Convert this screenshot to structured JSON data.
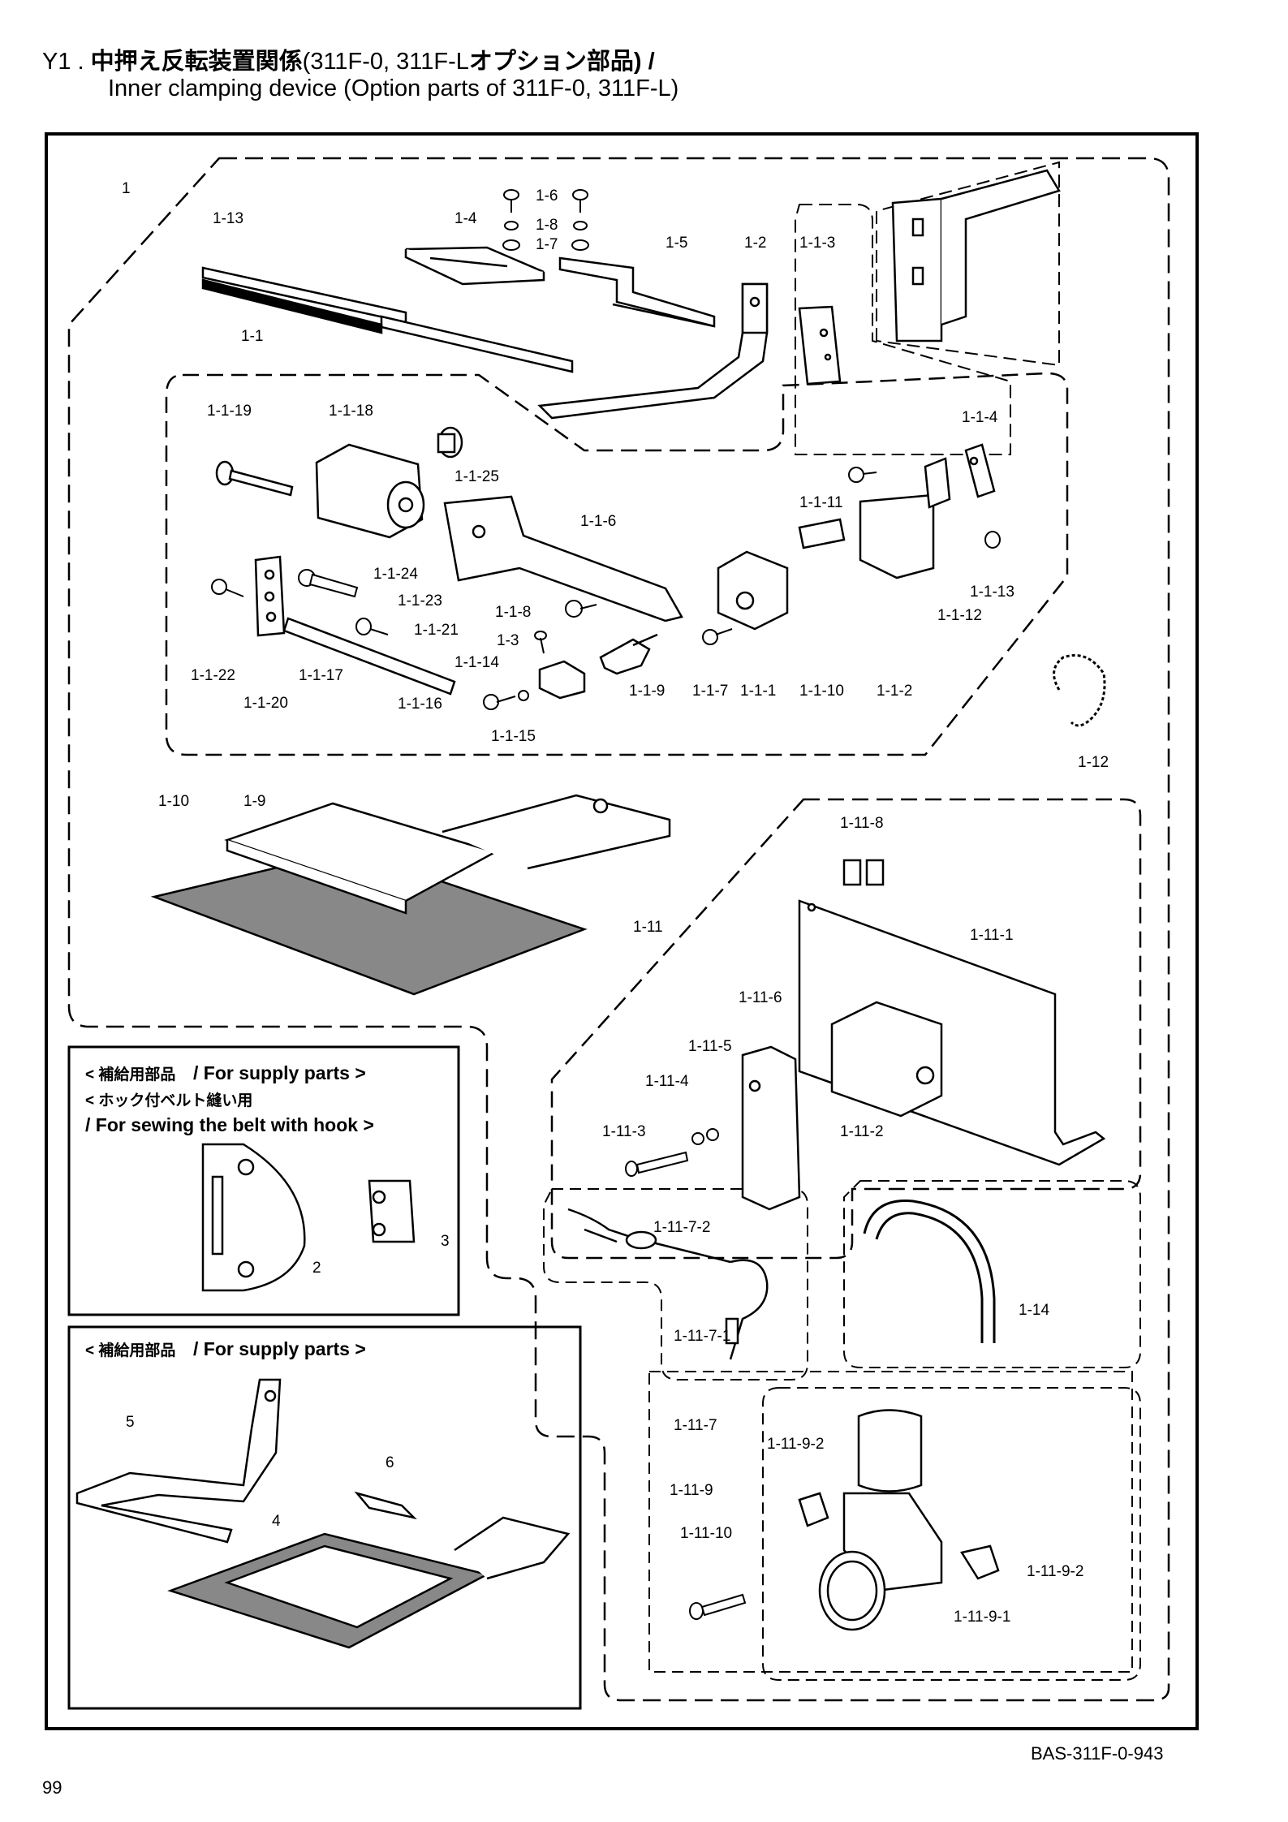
{
  "header": {
    "section": "Y1 .",
    "title_jp": "中押え反転装置関係",
    "title_model": "(311F-0, 311F-L",
    "title_jp_suffix": "オプション部品) /",
    "title_en": "Inner clamping device (Option parts of 311F-0, 311F-L)"
  },
  "labels": [
    "1",
    "1-13",
    "1-4",
    "1-6",
    "1-8",
    "1-7",
    "1-5",
    "1-2",
    "1-1-3",
    "1-1",
    "1-1-19",
    "1-1-18",
    "1-1-25",
    "1-1-4",
    "1-1-11",
    "1-1-6",
    "1-1-13",
    "1-1-12",
    "1-1-24",
    "1-1-23",
    "1-1-8",
    "1-1-21",
    "1-3",
    "1-1-14",
    "1-1-22",
    "1-1-17",
    "1-1-20",
    "1-1-16",
    "1-1-15",
    "1-1-9",
    "1-1-7",
    "1-1-1",
    "1-1-10",
    "1-1-2",
    "1-12",
    "1-10",
    "1-9",
    "1-11-8",
    "1-11-1",
    "1-11",
    "1-11-6",
    "1-11-5",
    "1-11-4",
    "1-11-3",
    "1-11-2",
    "1-11-7-2",
    "1-11-7-1",
    "1-11-7",
    "1-14",
    "1-11-9-2",
    "1-11-9",
    "1-11-10",
    "1-11-9-2",
    "1-11-9-1",
    "2",
    "3",
    "5",
    "6",
    "4"
  ],
  "supply_box_1": {
    "line1_jp": "< 補給用部品",
    "line1_en": "/ For supply parts >",
    "line2_jp": "< ホック付ベルト縫い用",
    "line3_en": "/ For sewing the belt with hook >"
  },
  "supply_box_2": {
    "line1_jp": "< 補給用部品",
    "line1_en": "/ For supply parts >"
  },
  "footer": {
    "code": "BAS-311F-0-943",
    "page": "99"
  }
}
